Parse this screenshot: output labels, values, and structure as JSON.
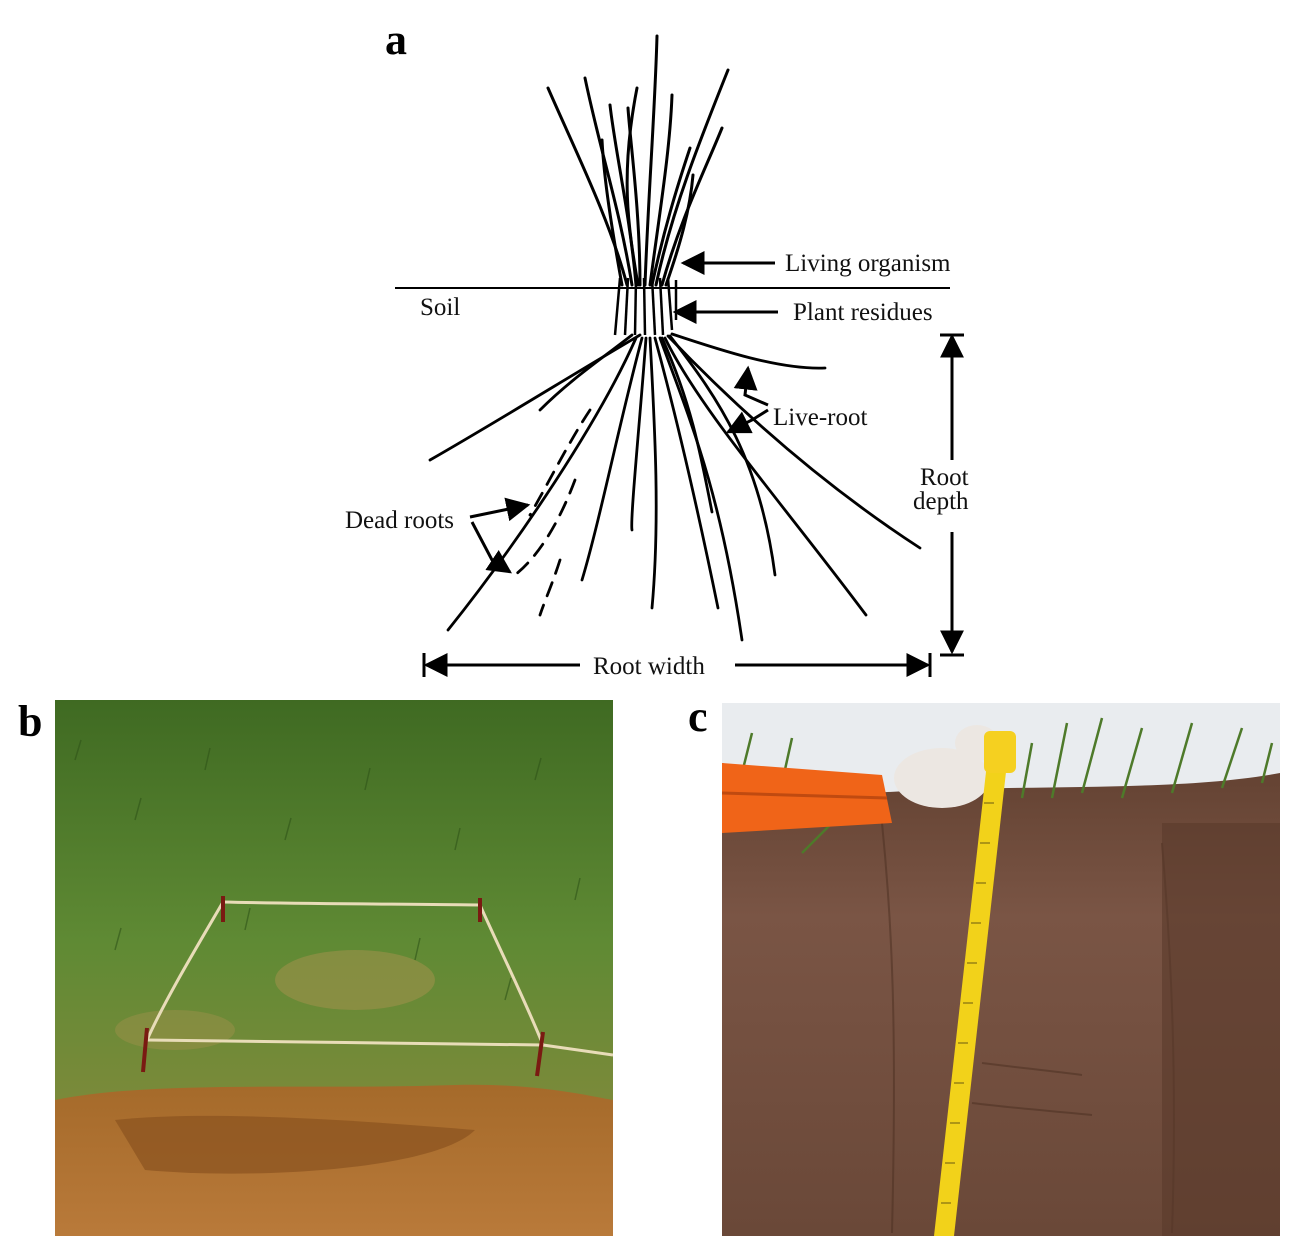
{
  "panels": {
    "a": {
      "letter": "a"
    },
    "b": {
      "letter": "b"
    },
    "c": {
      "letter": "c"
    }
  },
  "diagram": {
    "labels": {
      "living_organism": "Living organism",
      "soil": "Soil",
      "plant_residues": "Plant residues",
      "live_root": "Live-root",
      "root_depth_line1": "Root",
      "root_depth_line2": "depth",
      "dead_roots": "Dead roots",
      "root_width": "Root width"
    }
  }
}
